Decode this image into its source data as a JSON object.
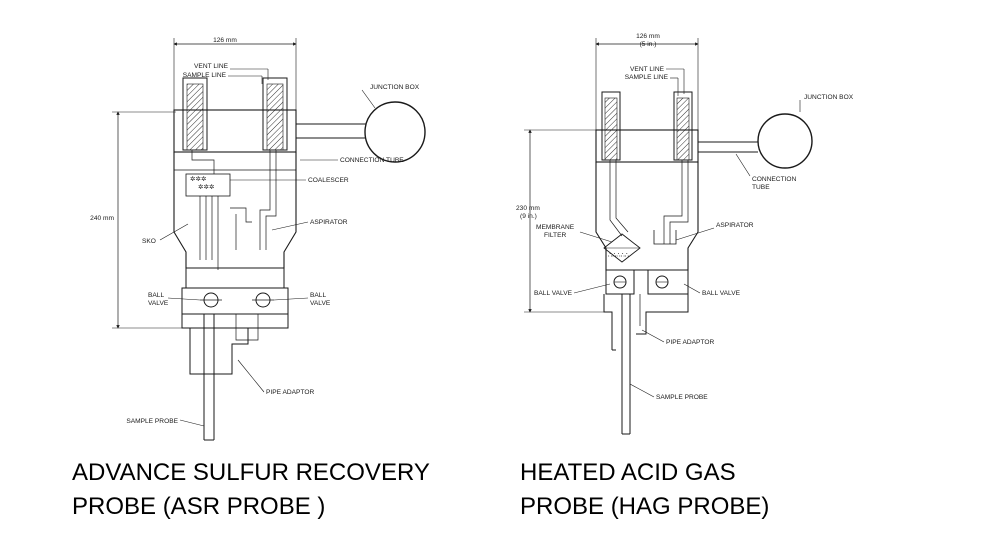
{
  "asr": {
    "dim_width": "126 mm",
    "dim_height": "240 mm",
    "vent_line": "VENT LINE",
    "sample_line": "SAMPLE LINE",
    "junction_box": "JUNCTION BOX",
    "connection_tube": "CONNECTION TUBE",
    "coalescer": "COALESCER",
    "aspirator": "ASPIRATOR",
    "sko": "SKO",
    "ball_valve_left": [
      "BALL",
      "VALVE"
    ],
    "ball_valve_right": [
      "BALL",
      "VALVE"
    ],
    "pipe_adaptor": "PIPE ADAPTOR",
    "sample_probe": "SAMPLE PROBE",
    "caption_line1": "ADVANCE SULFUR RECOVERY",
    "caption_line2": "PROBE (ASR PROBE )"
  },
  "hag": {
    "dim_width": [
      "126 mm",
      "(5 in.)"
    ],
    "dim_height": [
      "230 mm",
      "(9 in.)"
    ],
    "vent_line": "VENT LINE",
    "sample_line": "SAMPLE LINE",
    "junction_box": "JUNCTION BOX",
    "connection_tube": [
      "CONNECTION",
      "TUBE"
    ],
    "membrane_filter": [
      "MEMBRANE",
      "FILTER"
    ],
    "aspirator": "ASPIRATOR",
    "ball_valve_left": "BALL VALVE",
    "ball_valve_right": "BALL VALVE",
    "pipe_adaptor": "PIPE ADAPTOR",
    "sample_probe": "SAMPLE PROBE",
    "caption_line1": "HEATED ACID GAS",
    "caption_line2": "PROBE (HAG PROBE)"
  },
  "colors": {
    "line": "#1a1a1a",
    "background": "#ffffff"
  }
}
